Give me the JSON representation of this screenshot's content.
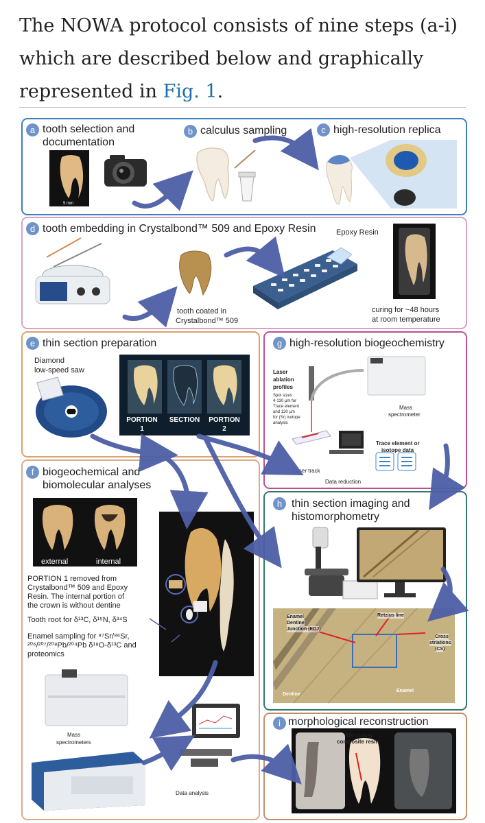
{
  "intro": {
    "text": "The NOWA protocol consists of nine steps (a-i) which are described below and graphically represented in ",
    "link": "Fig. 1",
    "end": "."
  },
  "panels": {
    "a": {
      "letter": "a",
      "title_line1": "tooth selection and",
      "title_line2": "documentation",
      "scale": "5 mm"
    },
    "b": {
      "letter": "b",
      "title": "calculus sampling"
    },
    "c": {
      "letter": "c",
      "title": "high-resolution replica"
    },
    "d": {
      "letter": "d",
      "title": "tooth embedding in Crystalbond™ 509 and Epoxy Resin",
      "epoxy_label": "Epoxy Resin",
      "coated_line1": "tooth coated in",
      "coated_line2": "Crystalbond™ 509",
      "curing_line1": "curing for ~48 hours",
      "curing_line2": "at room temperature"
    },
    "e": {
      "letter": "e",
      "title": "thin section preparation",
      "saw_line1": "Diamond",
      "saw_line2": "low-speed saw",
      "portion1_line1": "PORTION",
      "portion1_line2": "1",
      "section": "SECTION",
      "portion2_line1": "PORTION",
      "portion2_line2": "2"
    },
    "g": {
      "letter": "g",
      "title": "high-resolution biogeochemistry",
      "laser_title_lines": [
        "Laser",
        "ablation",
        "profiles"
      ],
      "laser_desc_lines": [
        "Spot sizes",
        "4-130 μm for",
        "Trace element",
        "and 130 μm",
        "for (Sr) isotope",
        "analysis"
      ],
      "mass_spec_line1": "Mass",
      "mass_spec_line2": "spectrometer",
      "trace_line1": "Trace element or",
      "trace_line2": "isotope data",
      "laser_track": "Laser track",
      "data_reduction": "Data reduction"
    },
    "f": {
      "letter": "f",
      "title_line1": "biogeochemical and",
      "title_line2": "biomolecular analyses",
      "external": "external",
      "internal": "internal",
      "portion_lines": [
        "PORTION 1 removed from",
        "Crystalbond™ 509 and Epoxy",
        "Resin. The internal portion of",
        "the crown is without dentine"
      ],
      "tooth_root": "Tooth root for δ¹³C, δ¹⁵N, δ³⁴S",
      "enamel_line1": "Enamel sampling for ⁸⁷Sr/⁸⁶Sr,",
      "enamel_line2": "²⁰⁶/²⁰⁷/²⁰⁸Pb/²⁰⁴Pb δ¹⁸O-δ¹³C and",
      "enamel_line3": "proteomics",
      "mass_line1": "Mass",
      "mass_line2": "spectrometers",
      "data_analysis": "Data analysis"
    },
    "h": {
      "letter": "h",
      "title_line1": "thin section imaging and",
      "title_line2": "histomorphometry",
      "edj_lines": [
        "Enamel",
        "Dentine",
        "Junction (EDJ)"
      ],
      "retzius": "Retzius line",
      "cs_lines": [
        "Cross",
        "striations",
        "(CS)"
      ],
      "dentine": "Dentine",
      "enamel": "Enamel"
    },
    "i": {
      "letter": "i",
      "title": "morphological reconstruction",
      "uv_line1": "UV curing",
      "uv_line2": "composite resin"
    }
  },
  "colors": {
    "arrow": "#4d5ea6",
    "badge": "#6f93c9",
    "link": "#1a6fb0",
    "blue_border": "#3b7fc1",
    "pink_border": "#d9a2c4",
    "orange_border": "#d9a26a",
    "magenta_border": "#c04e8e",
    "green_border": "#2e7a6a",
    "brown_border": "#c48d6a"
  }
}
